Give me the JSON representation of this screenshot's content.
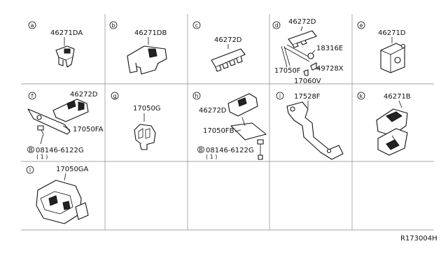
{
  "cells": [
    {
      "letter": "a",
      "parts": [
        "46271DA"
      ]
    },
    {
      "letter": "b",
      "parts": [
        "46271DB"
      ]
    },
    {
      "letter": "c",
      "parts": [
        "46272D"
      ]
    },
    {
      "letter": "d",
      "parts": [
        "46272D",
        "18316E",
        "17050F",
        "49728X",
        "17060V"
      ]
    },
    {
      "letter": "e",
      "parts": [
        "46271D"
      ]
    },
    {
      "letter": "f",
      "parts": [
        "46272D",
        "17050FA",
        "08146-6122G"
      ],
      "qty": "( 1 )",
      "bolt_prefix": "B"
    },
    {
      "letter": "g",
      "parts": [
        "17050G"
      ]
    },
    {
      "letter": "h",
      "parts": [
        "46272D",
        "17050FB",
        "08146-6122G"
      ],
      "qty": "( 1 )",
      "bolt_prefix": "B"
    },
    {
      "letter": "i",
      "parts": [
        "17528F"
      ]
    },
    {
      "letter": "k",
      "parts": [
        "46271B"
      ]
    },
    {
      "letter": "l",
      "parts": [
        "17050GA"
      ]
    }
  ],
  "diagram_code": "R173004H"
}
